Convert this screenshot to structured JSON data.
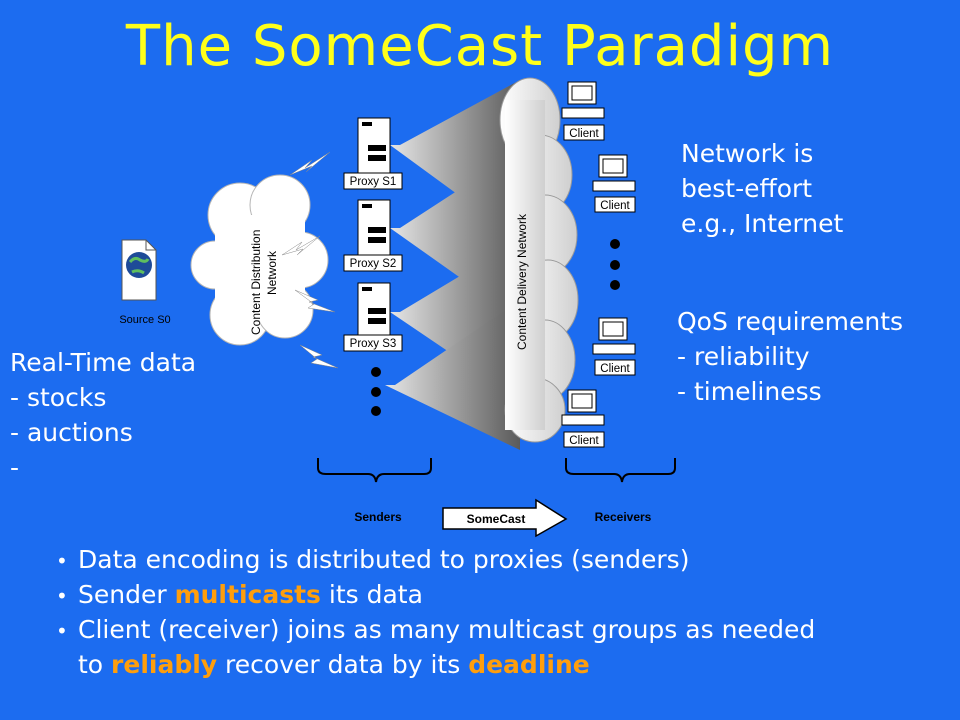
{
  "title": "The SomeCast Paradigm",
  "diagram": {
    "source_label": "Source S0",
    "distribution_network_label": [
      "Content Distribution",
      "Network"
    ],
    "delivery_network_label": "Content Delivery Network",
    "proxies": [
      "Proxy S1",
      "Proxy S2",
      "Proxy S3"
    ],
    "clients": [
      "Client",
      "Client",
      "Client",
      "Client"
    ],
    "senders_label": "Senders",
    "somecast_label": "SomeCast",
    "receivers_label": "Receivers"
  },
  "network_note": [
    "Network is",
    "best-effort",
    "e.g., Internet"
  ],
  "qos": {
    "heading": "QoS requirements",
    "items": [
      "- reliability",
      "- timeliness"
    ]
  },
  "realtime": {
    "heading": "Real-Time data",
    "items": [
      "- stocks",
      "- auctions",
      "-"
    ]
  },
  "bullets": {
    "b1": "Data encoding is distributed to proxies (senders)",
    "b2_pre": "Sender ",
    "b2_hl": "multicasts",
    "b2_post": " its data",
    "b3_line1": "Client (receiver) joins as many multicast groups as needed",
    "b3_pre": "to ",
    "b3_hl1": "reliably",
    "b3_mid": " recover data by its ",
    "b3_hl2": "deadline"
  },
  "colors": {
    "background": "#1c6cf0",
    "title": "#ffff1a",
    "highlight": "#ff9e0c"
  }
}
